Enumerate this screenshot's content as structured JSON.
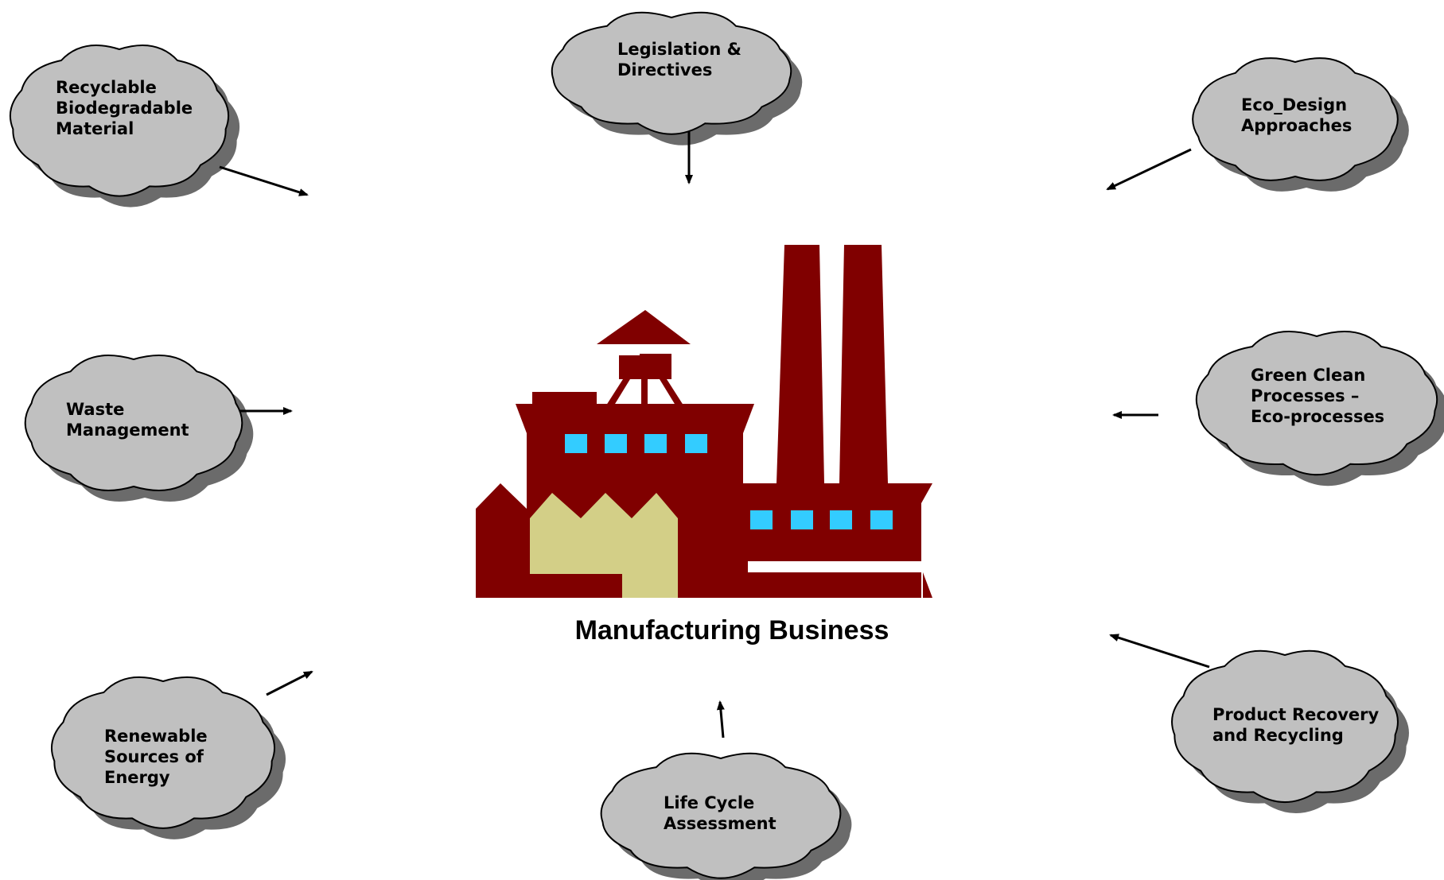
{
  "title": "Manufacturing Business",
  "colors": {
    "cloud_fill": "#c0c0c0",
    "cloud_shadow": "#6b6b6b",
    "cloud_stroke": "#000000",
    "factory": "#800000",
    "window": "#33ccff",
    "annex": "#d3cf87",
    "arrow": "#000000"
  },
  "clouds": [
    {
      "id": "recyclable",
      "lines": [
        "Recyclable",
        "Biodegradable",
        "Material"
      ]
    },
    {
      "id": "legislation",
      "lines": [
        "Legislation &",
        "Directives"
      ]
    },
    {
      "id": "eco-design",
      "lines": [
        "Eco_Design",
        "Approaches"
      ]
    },
    {
      "id": "waste",
      "lines": [
        "Waste",
        "Management"
      ]
    },
    {
      "id": "green",
      "lines": [
        "Green Clean",
        "Processes –",
        "Eco-processes"
      ]
    },
    {
      "id": "renewable",
      "lines": [
        "Renewable",
        "Sources of",
        "Energy"
      ]
    },
    {
      "id": "life-cycle",
      "lines": [
        "Life Cycle",
        "Assessment"
      ]
    },
    {
      "id": "product-recovery",
      "lines": [
        "Product Recovery",
        "and Recycling"
      ]
    }
  ]
}
